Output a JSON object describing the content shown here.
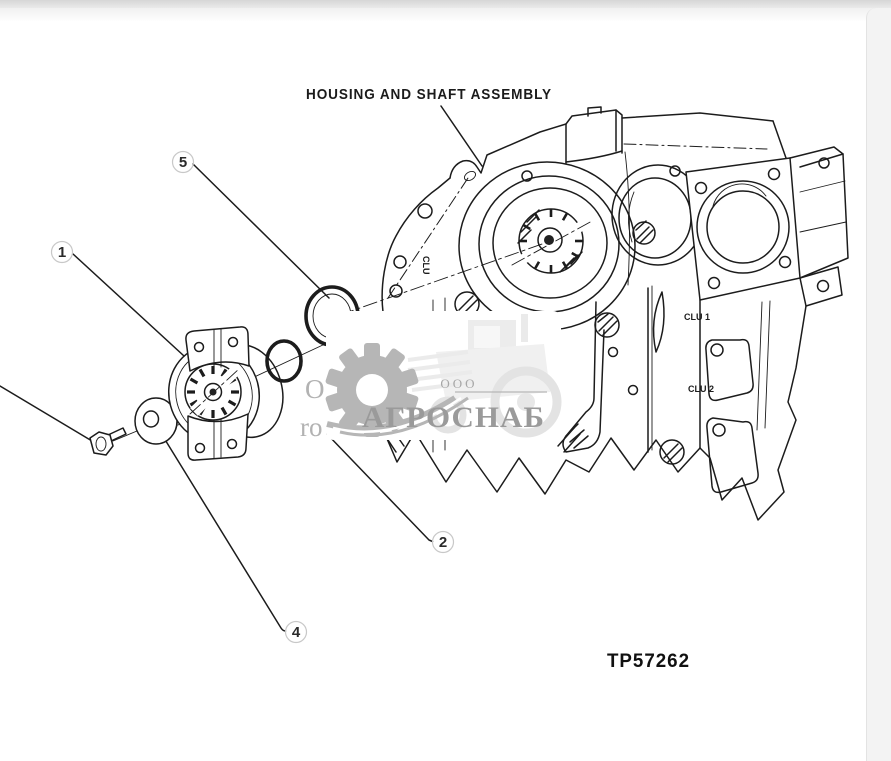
{
  "page": {
    "title": "HOUSING AND SHAFT ASSEMBLY",
    "drawing_number": "TP57262"
  },
  "callouts": [
    {
      "label": "1"
    },
    {
      "label": "2"
    },
    {
      "label": "4"
    },
    {
      "label": "5"
    }
  ],
  "casting_marks": {
    "vertical": "CLU",
    "mark_1": "CLU 1",
    "mark_2": "CLU 2"
  },
  "watermark": {
    "org_type": "ООО",
    "org_name": "АГРОСНАБ",
    "fragment_upper": "O",
    "fragment_lower": "ro"
  },
  "colors": {
    "line": "#1c1c1c",
    "watermark_gray": "#b6b6b6",
    "watermark_text": "#9a9a9a",
    "faint_tractor_gray": "#e5e5e5",
    "border_strip": "#d6d6d6"
  }
}
